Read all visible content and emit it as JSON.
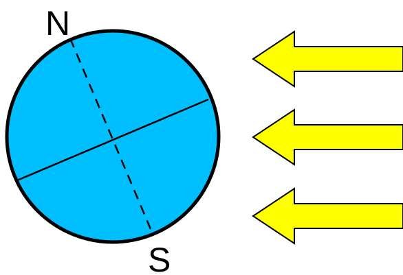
{
  "diagram": {
    "labels": {
      "north": "N",
      "south": "S"
    },
    "colors": {
      "globe_fill": "#00bfff",
      "globe_outline": "#000000",
      "axis_line": "#000000",
      "arrow_fill": "#ffff00",
      "arrow_outline": "#000000"
    },
    "arrows": [
      {
        "direction": "left"
      },
      {
        "direction": "left"
      },
      {
        "direction": "left"
      }
    ]
  }
}
